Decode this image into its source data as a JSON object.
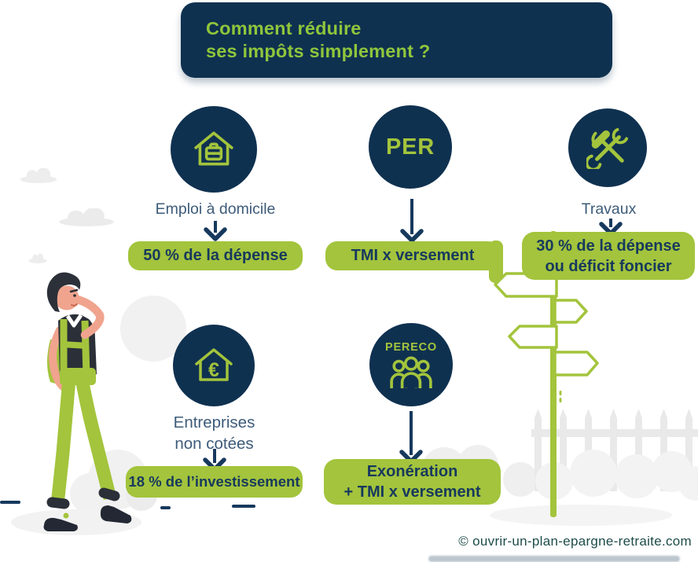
{
  "header": {
    "title_line1": "Comment réduire",
    "title_line2": "ses impôts simplement ?"
  },
  "sections": {
    "emploi_domicile": {
      "icon": "house-briefcase-icon",
      "label": "Emploi à domicile",
      "pill": "50 % de la dépense"
    },
    "per": {
      "circle_label": "PER",
      "pill": "TMI x versement"
    },
    "travaux": {
      "icon": "hammer-wrench-icon",
      "label": "Travaux",
      "pill_line1": "30 % de la dépense",
      "pill_line2": "ou déficit foncier"
    },
    "entreprises_non_cotees": {
      "icon": "house-euro-icon",
      "euro_symbol": "€",
      "label_line1": "Entreprises",
      "label_line2": "non cotées",
      "pill": "18 % de l’investissement"
    },
    "pereco": {
      "icon": "people-group-icon",
      "circle_label": "PERECO",
      "pill_line1": "Exonération",
      "pill_line2": "+ TMI x versement"
    }
  },
  "footer": {
    "credit": "© ouvrir-un-plan-epargne-retraite.com"
  },
  "colors": {
    "navy": "#0F3150",
    "green": "#A3C43C",
    "title_green": "#8FC63C",
    "label_text": "#3D5B79",
    "pill_text": "#17395D",
    "credit_text": "#1E4C4A",
    "scenery_gray": "#EFEFEF",
    "skin": "#F0A48E"
  }
}
